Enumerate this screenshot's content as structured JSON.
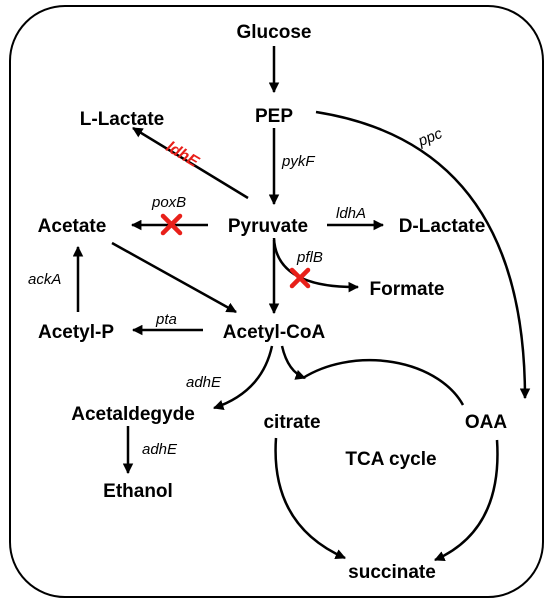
{
  "metabolites": {
    "glucose": "Glucose",
    "pep": "PEP",
    "l_lactate": "L-Lactate",
    "acetate": "Acetate",
    "pyruvate": "Pyruvate",
    "d_lactate": "D-Lactate",
    "formate": "Formate",
    "acetyl_p": "Acetyl-P",
    "acetyl_coa": "Acetyl-CoA",
    "acetaldehyde": "Acetaldegyde",
    "ethanol": "Ethanol",
    "citrate": "citrate",
    "oaa": "OAA",
    "tca_cycle": "TCA cycle",
    "succinate": "succinate"
  },
  "enzymes": {
    "pykF": "pykF",
    "ldhE": "ldhE",
    "poxB": "poxB",
    "ldhA": "ldhA",
    "pflB": "pflB",
    "ackA": "ackA",
    "pta": "pta",
    "adhE_1": "adhE",
    "adhE_2": "adhE",
    "ppc": "ppc"
  },
  "colors": {
    "highlight": "#e8201a",
    "knockout": "#e8201a",
    "line": "#000000",
    "border": "#000000"
  },
  "knockouts": [
    "poxB",
    "pflB"
  ]
}
